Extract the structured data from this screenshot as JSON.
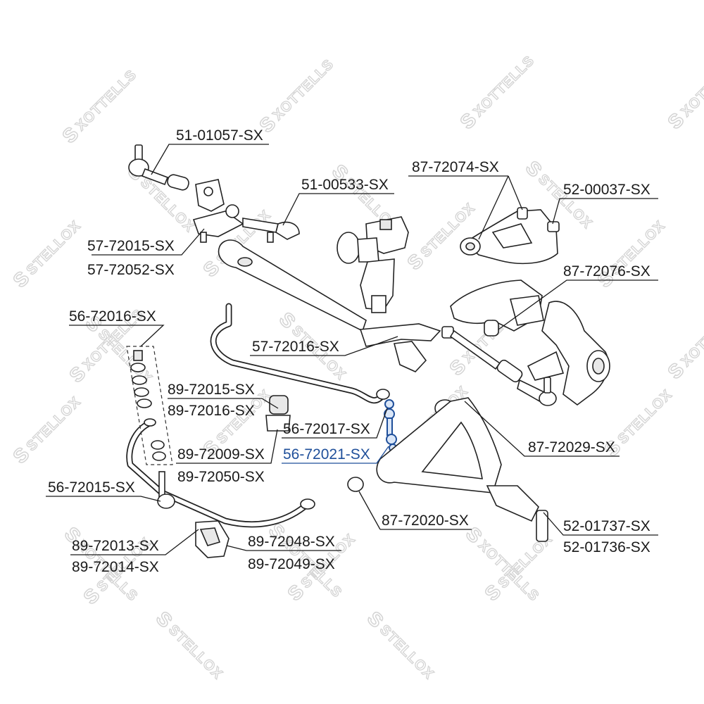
{
  "watermark": {
    "brand": "STELLOX",
    "mirrored": "XOTTELLS",
    "letter": "S"
  },
  "labels": [
    {
      "id": "p1",
      "text": "51-01057-SX"
    },
    {
      "id": "p2",
      "text": "51-00533-SX"
    },
    {
      "id": "p3",
      "text": "87-72074-SX"
    },
    {
      "id": "p4",
      "text": "52-00037-SX"
    },
    {
      "id": "p5",
      "text": "57-72015-SX"
    },
    {
      "id": "p6",
      "text": "57-72052-SX"
    },
    {
      "id": "p7",
      "text": "87-72076-SX"
    },
    {
      "id": "p8",
      "text": "56-72016-SX"
    },
    {
      "id": "p9",
      "text": "57-72016-SX"
    },
    {
      "id": "p10",
      "text": "89-72015-SX"
    },
    {
      "id": "p11",
      "text": "89-72016-SX"
    },
    {
      "id": "p12",
      "text": "56-72017-SX"
    },
    {
      "id": "p13",
      "text": "56-72021-SX",
      "highlighted": true
    },
    {
      "id": "p14",
      "text": "87-72029-SX"
    },
    {
      "id": "p15",
      "text": "89-72009-SX"
    },
    {
      "id": "p16",
      "text": "89-72050-SX"
    },
    {
      "id": "p17",
      "text": "56-72015-SX"
    },
    {
      "id": "p18",
      "text": "87-72020-SX"
    },
    {
      "id": "p19",
      "text": "52-01737-SX"
    },
    {
      "id": "p20",
      "text": "52-01736-SX"
    },
    {
      "id": "p21",
      "text": "89-72048-SX"
    },
    {
      "id": "p22",
      "text": "89-72049-SX"
    },
    {
      "id": "p23",
      "text": "89-72013-SX"
    },
    {
      "id": "p24",
      "text": "89-72014-SX"
    }
  ],
  "colors": {
    "highlight": "#1f4f9a",
    "text": "#1a1a1a",
    "watermark": "#d4d4d4"
  }
}
